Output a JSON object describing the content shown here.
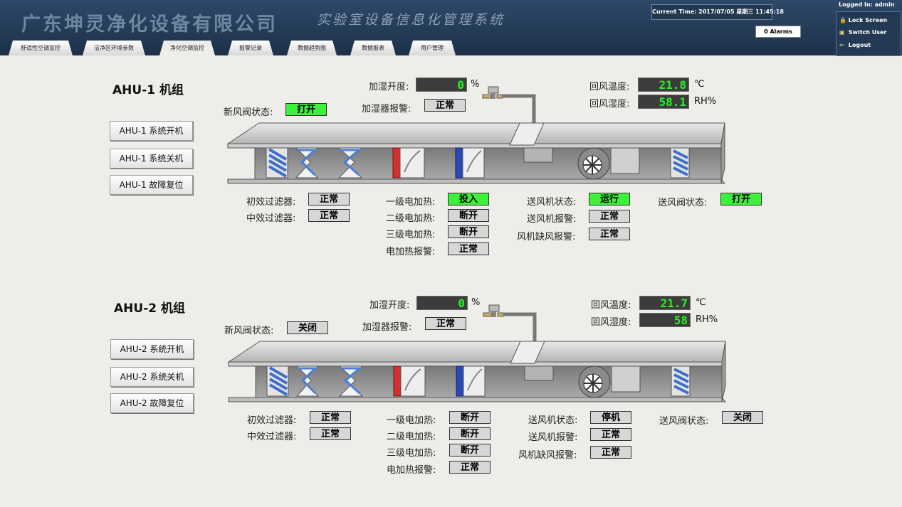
{
  "header": {
    "company": "广东坤灵净化设备有限公司",
    "system": "实验室设备信息化管理系统",
    "time_label": "Current Time:",
    "time_value": "2017/07/05  星期三  11:45:18",
    "alarms": "0 Alarms",
    "logged_in": "Logged In: admin",
    "lock_screen": "Lock Screen",
    "switch_user": "Switch User",
    "logout": "Logout"
  },
  "tabs": [
    "舒适性空调监控",
    "洁净区环境参数",
    "净化空调监控",
    "报警记录",
    "数据趋势图",
    "数据报表",
    "用户管理"
  ],
  "active_tab": "净化空调监控",
  "labels": {
    "humid_open": "加湿开度:",
    "humid_alarm": "加湿器报警:",
    "fresh_damper": "新风阀状态:",
    "return_temp": "回风温度:",
    "return_hum": "回风湿度:",
    "pct": "%",
    "deg": "℃",
    "rh": "RH%",
    "primary_filter": "初效过滤器:",
    "medium_filter": "中效过滤器:",
    "heat1": "一级电加热:",
    "heat2": "二级电加热:",
    "heat3": "三级电加热:",
    "heat_alarm": "电加热报警:",
    "fan_status": "送风机状态:",
    "fan_alarm": "送风机报警:",
    "fan_lack": "风机缺风报警:",
    "supply_damper": "送风阀状态:"
  },
  "units": [
    {
      "title": "AHU-1 机组",
      "btn_start": "AHU-1 系统开机",
      "btn_stop": "AHU-1 系统关机",
      "btn_reset": "AHU-1 故障复位",
      "humid_open": "0",
      "humid_alarm": "正常",
      "fresh_damper": "打开",
      "return_temp": "21.8",
      "return_hum": "58.1",
      "primary_filter": "正常",
      "medium_filter": "正常",
      "heat1": "投入",
      "heat2": "断开",
      "heat3": "断开",
      "heat_alarm": "正常",
      "fan_status": "运行",
      "fan_alarm": "正常",
      "fan_lack": "正常",
      "supply_damper": "打开"
    },
    {
      "title": "AHU-2 机组",
      "btn_start": "AHU-2 系统开机",
      "btn_stop": "AHU-2 系统关机",
      "btn_reset": "AHU-2 故障复位",
      "humid_open": "0",
      "humid_alarm": "正常",
      "fresh_damper": "关闭",
      "return_temp": "21.7",
      "return_hum": "58",
      "primary_filter": "正常",
      "medium_filter": "正常",
      "heat1": "断开",
      "heat2": "断开",
      "heat3": "断开",
      "heat_alarm": "正常",
      "fan_status": "停机",
      "fan_alarm": "正常",
      "fan_lack": "正常",
      "supply_damper": "关闭"
    }
  ],
  "colors": {
    "active_green": "#3df03a",
    "inactive_gray": "#d7d7d7",
    "digital_green": "#22f522"
  }
}
